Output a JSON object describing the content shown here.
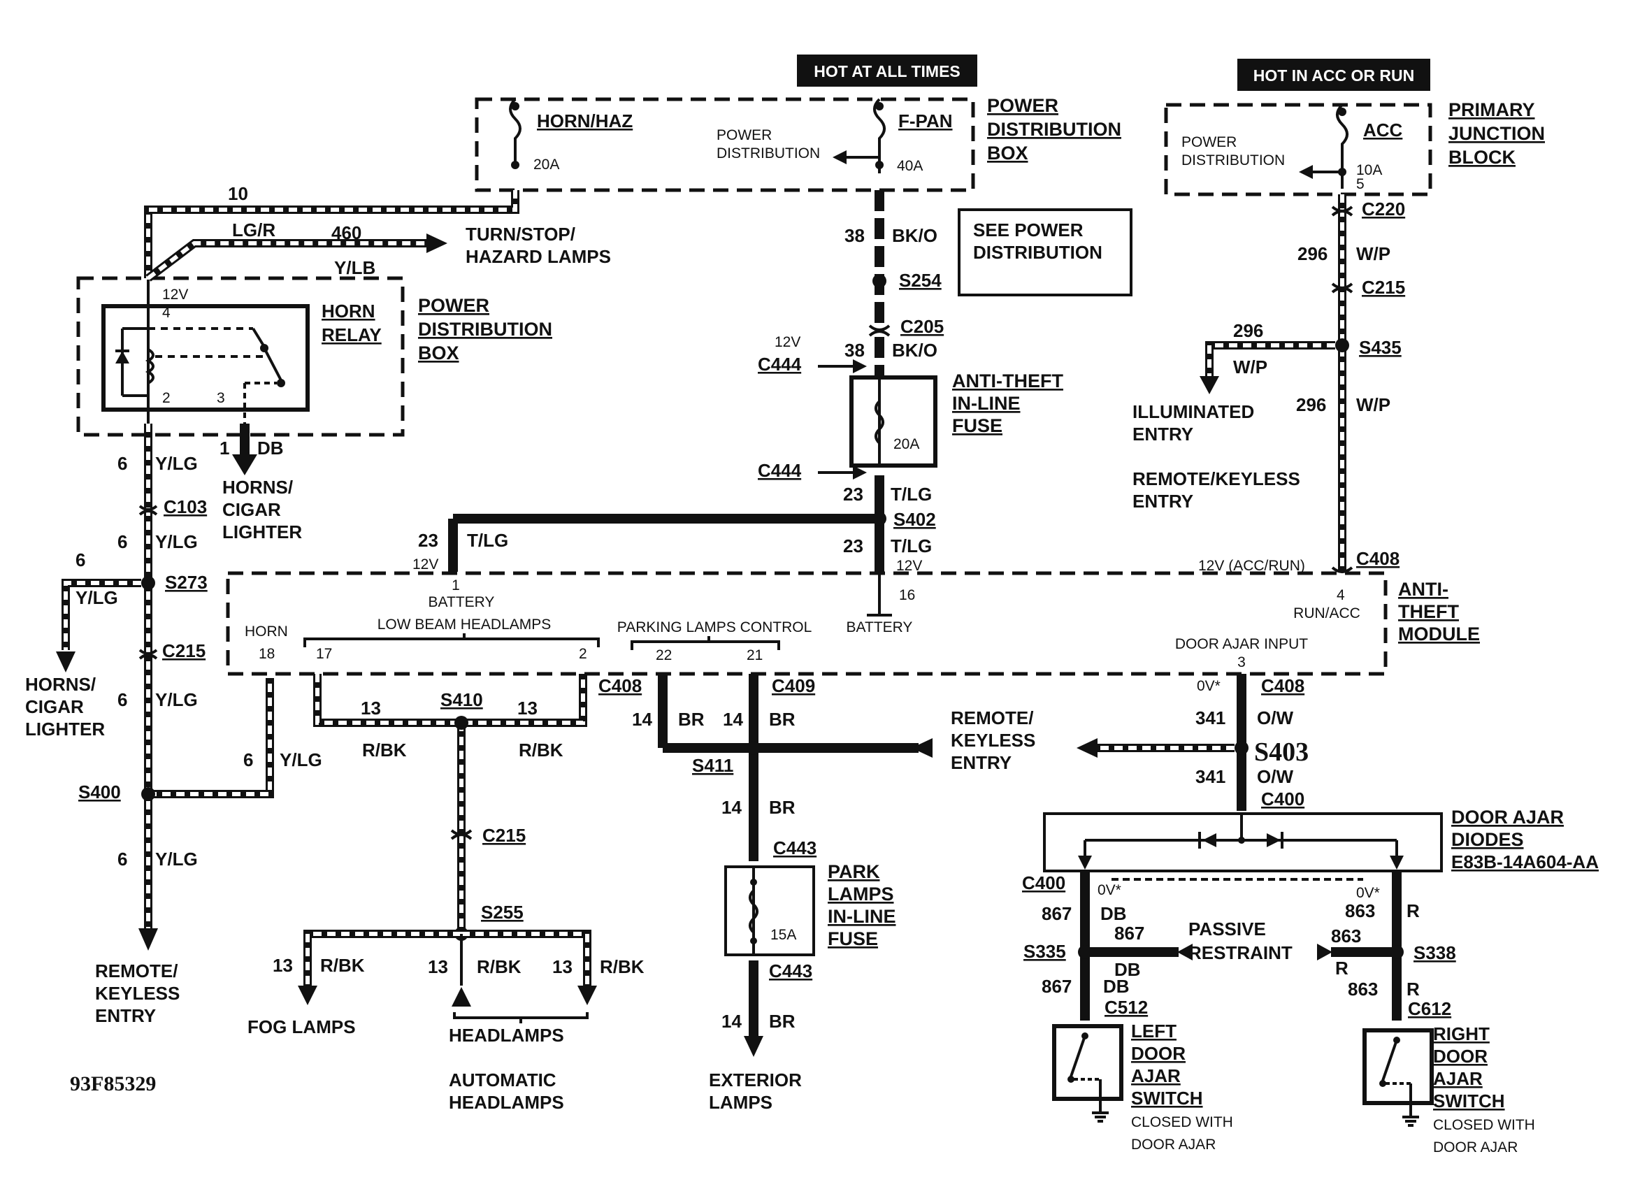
{
  "headers": {
    "hot_all_times": "HOT AT ALL TIMES",
    "hot_acc_run": "HOT IN ACC OR RUN"
  },
  "figure_id": "93F85329",
  "pdb_top": {
    "horn_haz": "HORN/HAZ",
    "horn_haz_amp": "20A",
    "f_pan": "F-PAN",
    "f_pan_amp": "40A",
    "power_dist_l1": "POWER",
    "power_dist_l2": "DISTRIBUTION",
    "title_l1": "POWER",
    "title_l2": "DISTRIBUTION",
    "title_l3": "BOX"
  },
  "pjb": {
    "power_dist_l1": "POWER",
    "power_dist_l2": "DISTRIBUTION",
    "acc": "ACC",
    "acc_amp": "10A",
    "pin": "5",
    "title_l1": "PRIMARY",
    "title_l2": "JUNCTION",
    "title_l3": "BLOCK"
  },
  "see_power": {
    "l1": "SEE POWER",
    "l2": "DISTRIBUTION"
  },
  "horn_relay": {
    "name_l1": "HORN",
    "name_l2": "RELAY",
    "box_l1": "POWER",
    "box_l2": "DISTRIBUTION",
    "box_l3": "BOX",
    "v12": "12V",
    "pin4": "4",
    "pin2": "2",
    "pin3": "3"
  },
  "left_wires": {
    "w10": "10",
    "lgr": "LG/R",
    "w460": "460",
    "ylb": "Y/LB",
    "turn_l1": "TURN/STOP/",
    "turn_l2": "HAZARD LAMPS",
    "w1": "1",
    "db": "DB",
    "horns_l1": "HORNS/",
    "horns_l2": "CIGAR",
    "horns_l3": "LIGHTER",
    "w6a": "6",
    "ylg_a": "Y/LG",
    "c103": "C103",
    "w6b": "6",
    "ylg_b": "Y/LG",
    "s273": "S273",
    "w6c": "6",
    "ylg_c": "Y/LG",
    "c215": "C215",
    "horns2_l1": "HORNS/",
    "horns2_l2": "CIGAR",
    "horns2_l3": "LIGHTER",
    "w6d": "6",
    "ylg_d": "Y/LG",
    "s400": "S400",
    "w6e": "6",
    "ylg_e": "Y/LG",
    "w6f": "6",
    "ylg_f": "Y/LG",
    "remote_l1": "REMOTE/",
    "remote_l2": "KEYLESS",
    "remote_l3": "ENTRY"
  },
  "center_wires": {
    "w38a": "38",
    "bko_a": "BK/O",
    "s254": "S254",
    "c205": "C205",
    "v12": "12V",
    "c444a": "C444",
    "w38b": "38",
    "bko_b": "BK/O",
    "fuse_amp": "20A",
    "fuse_l1": "ANTI-THEFT",
    "fuse_l2": "IN-LINE",
    "fuse_l3": "FUSE",
    "c444b": "C444",
    "w23a": "23",
    "tlg_a": "T/LG",
    "s402": "S402",
    "w23b": "23",
    "tlg_b": "T/LG",
    "v12b": "12V",
    "w23c": "23",
    "tlg_c": "T/LG",
    "v12c": "12V"
  },
  "right_wires": {
    "c220": "C220",
    "w296a": "296",
    "wp_a": "W/P",
    "c215": "C215",
    "w296b": "296",
    "wp_b": "W/P",
    "s435": "S435",
    "illum_l1": "ILLUMINATED",
    "illum_l2": "ENTRY",
    "w296c": "296",
    "wp_c": "W/P",
    "remote_l1": "REMOTE/KEYLESS",
    "remote_l2": "ENTRY",
    "acc_run": "12V (ACC/RUN)",
    "c408": "C408"
  },
  "module": {
    "pin1": "1",
    "battery_a": "BATTERY",
    "low_beam": "LOW BEAM HEADLAMPS",
    "horn": "HORN",
    "pin18": "18",
    "pin17": "17",
    "pin2": "2",
    "parking": "PARKING LAMPS CONTROL",
    "pin22": "22",
    "pin21": "21",
    "battery_b": "BATTERY",
    "pin16": "16",
    "pin4": "4",
    "run_acc": "RUN/ACC",
    "door_ajar": "DOOR AJAR INPUT",
    "pin3": "3",
    "title_l1": "ANTI-",
    "title_l2": "THEFT",
    "title_l3": "MODULE"
  },
  "lower_left": {
    "c408": "C408",
    "w13a": "13",
    "s410": "S410",
    "w13b": "13",
    "rbk_a": "R/BK",
    "rbk_b": "R/BK",
    "c215": "C215",
    "s255": "S255",
    "w13c": "13",
    "rbk_c": "R/BK",
    "w13d": "13",
    "rbk_d": "R/BK",
    "w13e": "13",
    "rbk_e": "R/BK",
    "fog": "FOG LAMPS",
    "headlamps": "HEADLAMPS",
    "auto_l1": "AUTOMATIC",
    "auto_l2": "HEADLAMPS"
  },
  "lower_center": {
    "c409": "C409",
    "w14a": "14",
    "br_a": "BR",
    "w14b": "14",
    "br_b": "BR",
    "s411": "S411",
    "w14c": "14",
    "br_c": "BR",
    "c443a": "C443",
    "fuse_amp": "15A",
    "park_l1": "PARK",
    "park_l2": "LAMPS",
    "park_l3": "IN-LINE",
    "park_l4": "FUSE",
    "c443b": "C443",
    "w14d": "14",
    "br_d": "BR",
    "ext_l1": "EXTERIOR",
    "ext_l2": "LAMPS",
    "remote_l1": "REMOTE/",
    "remote_l2": "KEYLESS",
    "remote_l3": "ENTRY"
  },
  "lower_right": {
    "ov_a": "0V*",
    "c408": "C408",
    "w341a": "341",
    "ow_a": "O/W",
    "s403": "S403",
    "w341b": "341",
    "ow_b": "O/W",
    "c400a": "C400",
    "diodes_l1": "DOOR AJAR",
    "diodes_l2": "DIODES",
    "diodes_l3": "E83B-14A604-AA",
    "c400b": "C400",
    "ov_b": "0V*",
    "ov_c": "0V*",
    "w867a": "867",
    "db_a": "DB",
    "w867b": "867",
    "s335": "S335",
    "passive_l1": "PASSIVE",
    "passive_l2": "RESTRAINT",
    "w863a": "863",
    "r_a": "R",
    "w863b": "863",
    "s338": "S338",
    "r_b": "R",
    "w867c": "867",
    "db_b": "DB",
    "db_c": "DB",
    "c512": "C512",
    "w863c": "863",
    "r_c": "R",
    "r_d": "R",
    "c612": "C612",
    "left_l1": "LEFT",
    "left_l2": "DOOR",
    "left_l3": "AJAR",
    "left_l4": "SWITCH",
    "left_l5": "CLOSED WITH",
    "left_l6": "DOOR AJAR",
    "right_l1": "RIGHT",
    "right_l2": "DOOR",
    "right_l3": "AJAR",
    "right_l4": "SWITCH",
    "right_l5": "CLOSED WITH",
    "right_l6": "DOOR AJAR"
  }
}
